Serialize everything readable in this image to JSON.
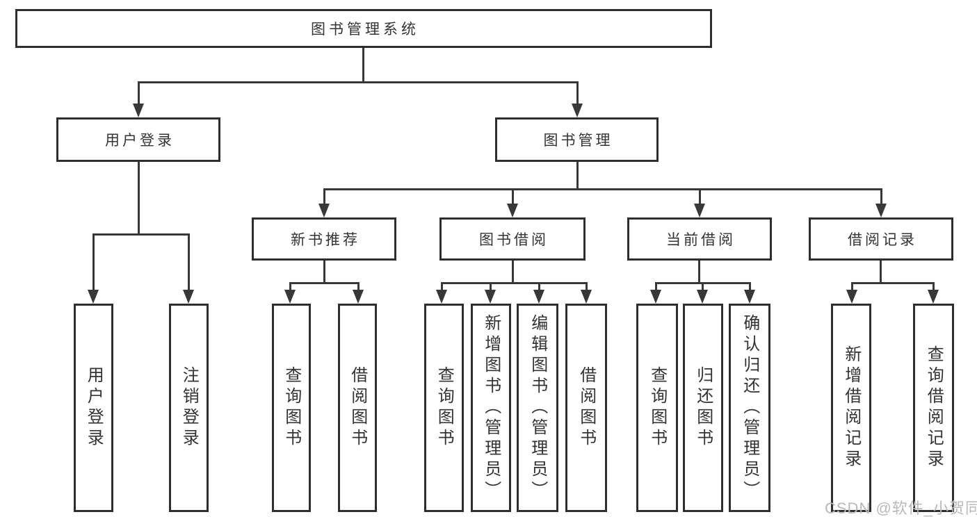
{
  "diagram_title": "图书管理系统",
  "nodes": {
    "root": "图书管理系统",
    "user_login": "用户登录",
    "book_mgmt": "图书管理",
    "new_book": "新书推荐",
    "book_borrow": "图书借阅",
    "current_borrow": "当前借阅",
    "borrow_records": "借阅记录",
    "ul_user_login": "用户登录",
    "ul_logout": "注销登录",
    "nb_query": "查询图书",
    "nb_borrow": "借阅图书",
    "bb_query": "查询图书",
    "bb_add": "新增图书（管理员）",
    "bb_edit": "编辑图书（管理员）",
    "bb_borrow": "借阅图书",
    "cb_query": "查询图书",
    "cb_return": "归还图书",
    "cb_confirm": "确认归还（管理员）",
    "br_add": "新增借阅记录",
    "br_query": "查询借阅记录"
  },
  "hierarchy": {
    "图书管理系统": {
      "用户登录": [
        "用户登录",
        "注销登录"
      ],
      "图书管理": {
        "新书推荐": [
          "查询图书",
          "借阅图书"
        ],
        "图书借阅": [
          "查询图书",
          "新增图书（管理员）",
          "编辑图书（管理员）",
          "借阅图书"
        ],
        "当前借阅": [
          "查询图书",
          "归还图书",
          "确认归还（管理员）"
        ],
        "借阅记录": [
          "新增借阅记录",
          "查询借阅记录"
        ]
      }
    }
  },
  "watermark": "CSDN @软件_小贺同学",
  "colors": {
    "line": "#383838",
    "box_border": "#2e2e2e",
    "text": "#333333",
    "watermark": "#b9b9b9",
    "background": "#ffffff"
  }
}
